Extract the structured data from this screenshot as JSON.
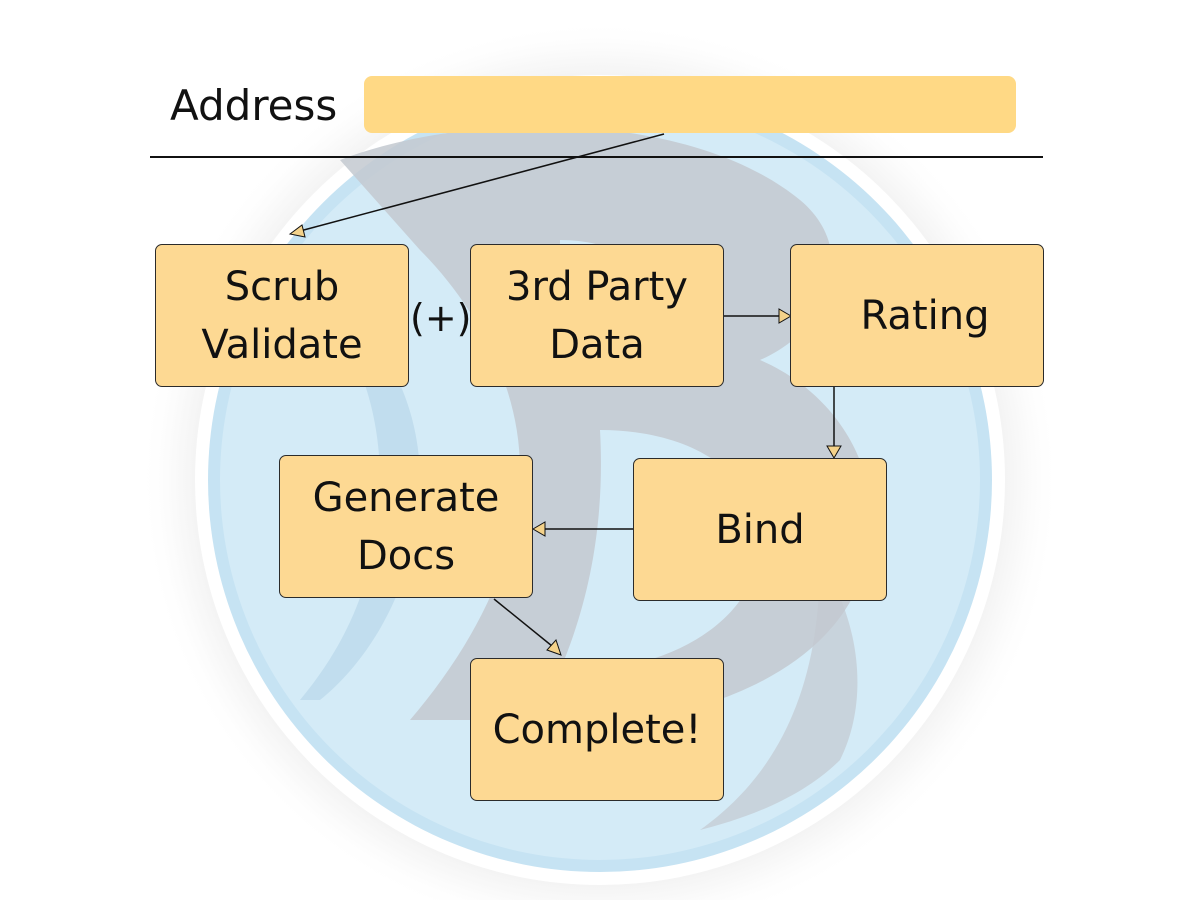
{
  "address": {
    "label": "Address",
    "value": ""
  },
  "operator": "(+)",
  "nodes": {
    "scrub": {
      "line1": "Scrub",
      "line2": "Validate"
    },
    "third_party": {
      "line1": "3rd Party",
      "line2": "Data"
    },
    "rating": {
      "label": "Rating"
    },
    "bind": {
      "label": "Bind"
    },
    "generate": {
      "line1": "Generate",
      "line2": "Docs"
    },
    "complete": {
      "label": "Complete!"
    }
  },
  "colors": {
    "node_fill": "#fdd993",
    "field_fill": "#ffd985",
    "arrowhead_fill": "#f4d28a",
    "watermark_blue": "#c6e3f3",
    "watermark_gray": "#c3c9d0"
  }
}
